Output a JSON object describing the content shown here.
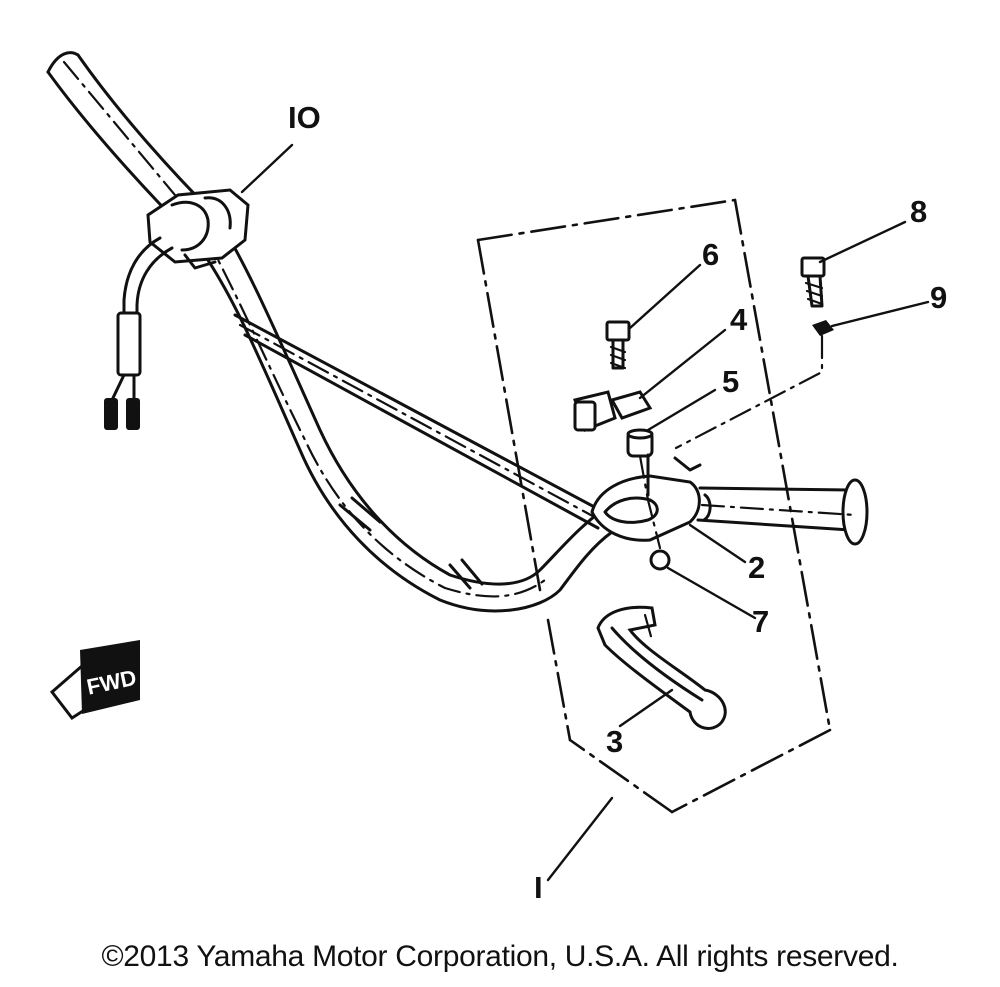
{
  "diagram": {
    "callouts": [
      {
        "id": "1",
        "label": "I"
      },
      {
        "id": "2",
        "label": "2"
      },
      {
        "id": "3",
        "label": "3"
      },
      {
        "id": "4",
        "label": "4"
      },
      {
        "id": "5",
        "label": "5"
      },
      {
        "id": "6",
        "label": "6"
      },
      {
        "id": "7",
        "label": "7"
      },
      {
        "id": "8",
        "label": "8"
      },
      {
        "id": "9",
        "label": "9"
      },
      {
        "id": "10",
        "label": "IO"
      }
    ],
    "direction_badge": "FWD"
  },
  "footer": {
    "copyright": "©2013 Yamaha Motor Corporation, U.S.A. All rights reserved."
  }
}
